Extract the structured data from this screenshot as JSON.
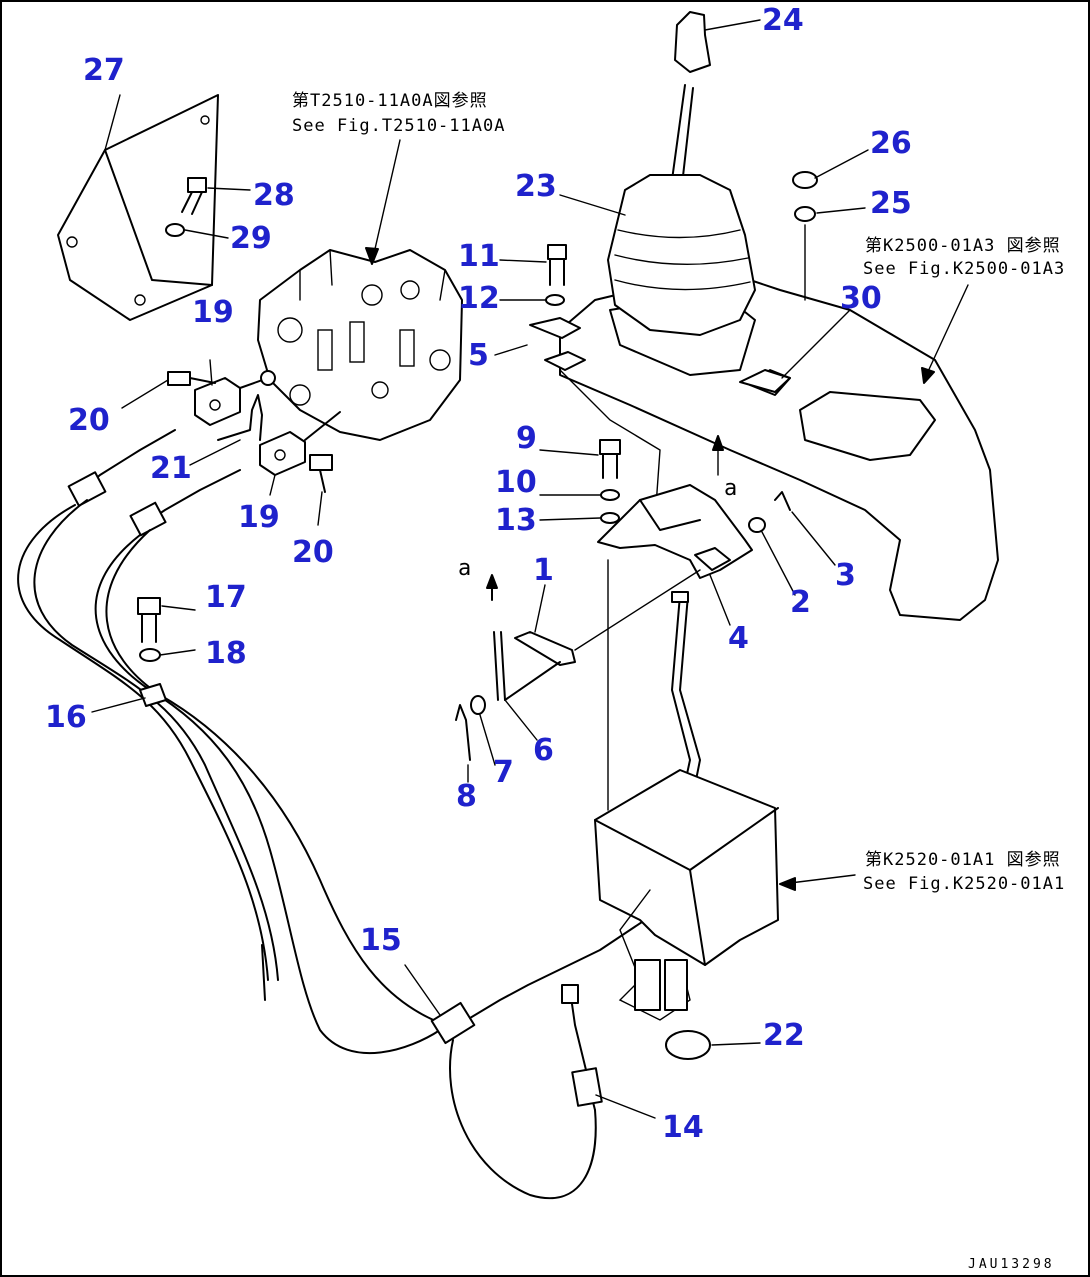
{
  "callouts": [
    "1",
    "2",
    "3",
    "4",
    "5",
    "6",
    "7",
    "8",
    "9",
    "10",
    "11",
    "12",
    "13",
    "14",
    "15",
    "16",
    "17",
    "18",
    "19",
    "19",
    "20",
    "20",
    "21",
    "22",
    "23",
    "24",
    "25",
    "26",
    "27",
    "28",
    "29",
    "30"
  ],
  "references": [
    {
      "jp": "第T2510-11A0A図参照",
      "en": "See Fig.T2510-11A0A"
    },
    {
      "jp": "第K2500-01A3 図参照",
      "en": "See Fig.K2500-01A3"
    },
    {
      "jp": "第K2520-01A1 図参照",
      "en": "See Fig.K2520-01A1"
    }
  ],
  "markers": [
    "a",
    "a"
  ],
  "drawing_code": "JAU13298"
}
